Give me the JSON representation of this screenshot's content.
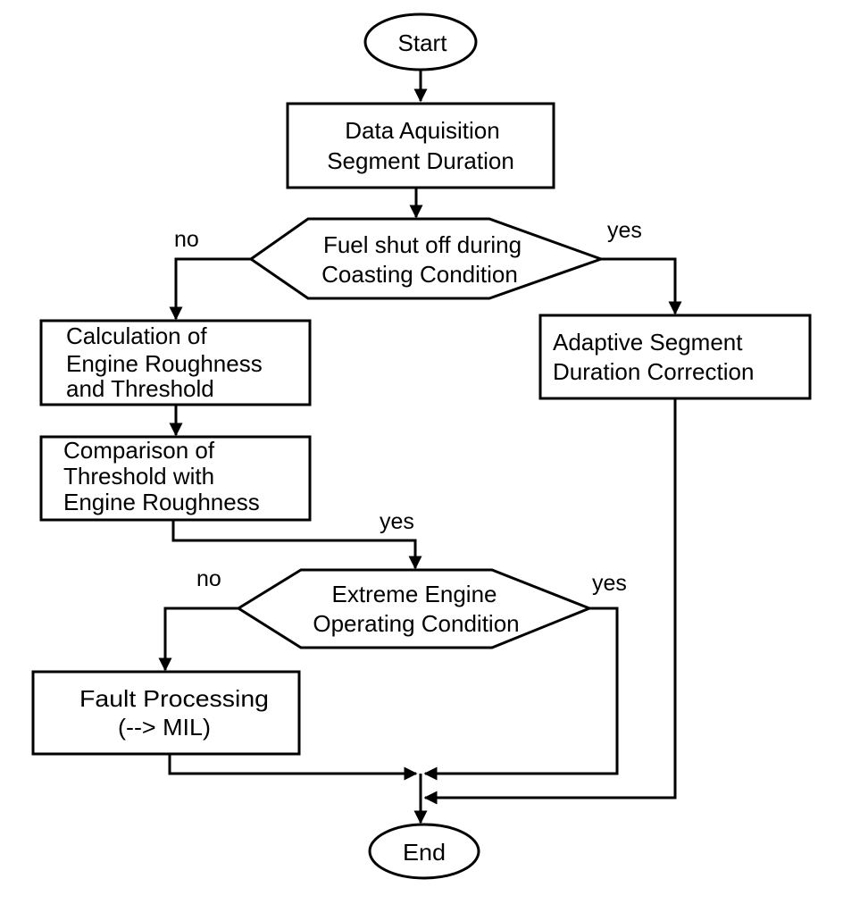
{
  "diagram": {
    "type": "flowchart",
    "colors": {
      "stroke": "#000000",
      "background": "#ffffff"
    },
    "nodes": {
      "start": {
        "shape": "ellipse",
        "label": "Start"
      },
      "data_acquisition": {
        "shape": "rect",
        "lines": [
          "Data Aquisition",
          "Segment Duration"
        ]
      },
      "fuel_shutoff": {
        "shape": "hexagon-decision",
        "lines": [
          "Fuel shut off during",
          "Coasting Condition"
        ]
      },
      "calc_roughness": {
        "shape": "rect",
        "lines": [
          "Calculation of",
          "Engine Roughness",
          "and Threshold"
        ]
      },
      "compare_threshold": {
        "shape": "rect",
        "lines": [
          "Comparison of",
          "Threshold with",
          "Engine Roughness"
        ]
      },
      "adaptive_correction": {
        "shape": "rect",
        "lines": [
          "Adaptive Segment",
          "Duration Correction"
        ]
      },
      "extreme_condition": {
        "shape": "hexagon-decision",
        "lines": [
          "Extreme Engine",
          "Operating Condition"
        ]
      },
      "fault_processing": {
        "shape": "rect",
        "lines": [
          "Fault Processing",
          "(--> MIL)"
        ]
      },
      "end": {
        "shape": "ellipse",
        "label": "End"
      }
    },
    "edges": [
      {
        "from": "start",
        "to": "data_acquisition",
        "label": ""
      },
      {
        "from": "data_acquisition",
        "to": "fuel_shutoff",
        "label": ""
      },
      {
        "from": "fuel_shutoff",
        "to": "calc_roughness",
        "label": "no"
      },
      {
        "from": "fuel_shutoff",
        "to": "adaptive_correction",
        "label": "yes"
      },
      {
        "from": "calc_roughness",
        "to": "compare_threshold",
        "label": ""
      },
      {
        "from": "compare_threshold",
        "to": "extreme_condition",
        "label": "yes"
      },
      {
        "from": "extreme_condition",
        "to": "fault_processing",
        "label": "no"
      },
      {
        "from": "extreme_condition",
        "to": "end",
        "label": "yes"
      },
      {
        "from": "fault_processing",
        "to": "end",
        "label": ""
      },
      {
        "from": "adaptive_correction",
        "to": "end",
        "label": ""
      }
    ],
    "edge_labels": {
      "fuel_no": "no",
      "fuel_yes": "yes",
      "compare_yes": "yes",
      "extreme_no": "no",
      "extreme_yes": "yes"
    }
  }
}
